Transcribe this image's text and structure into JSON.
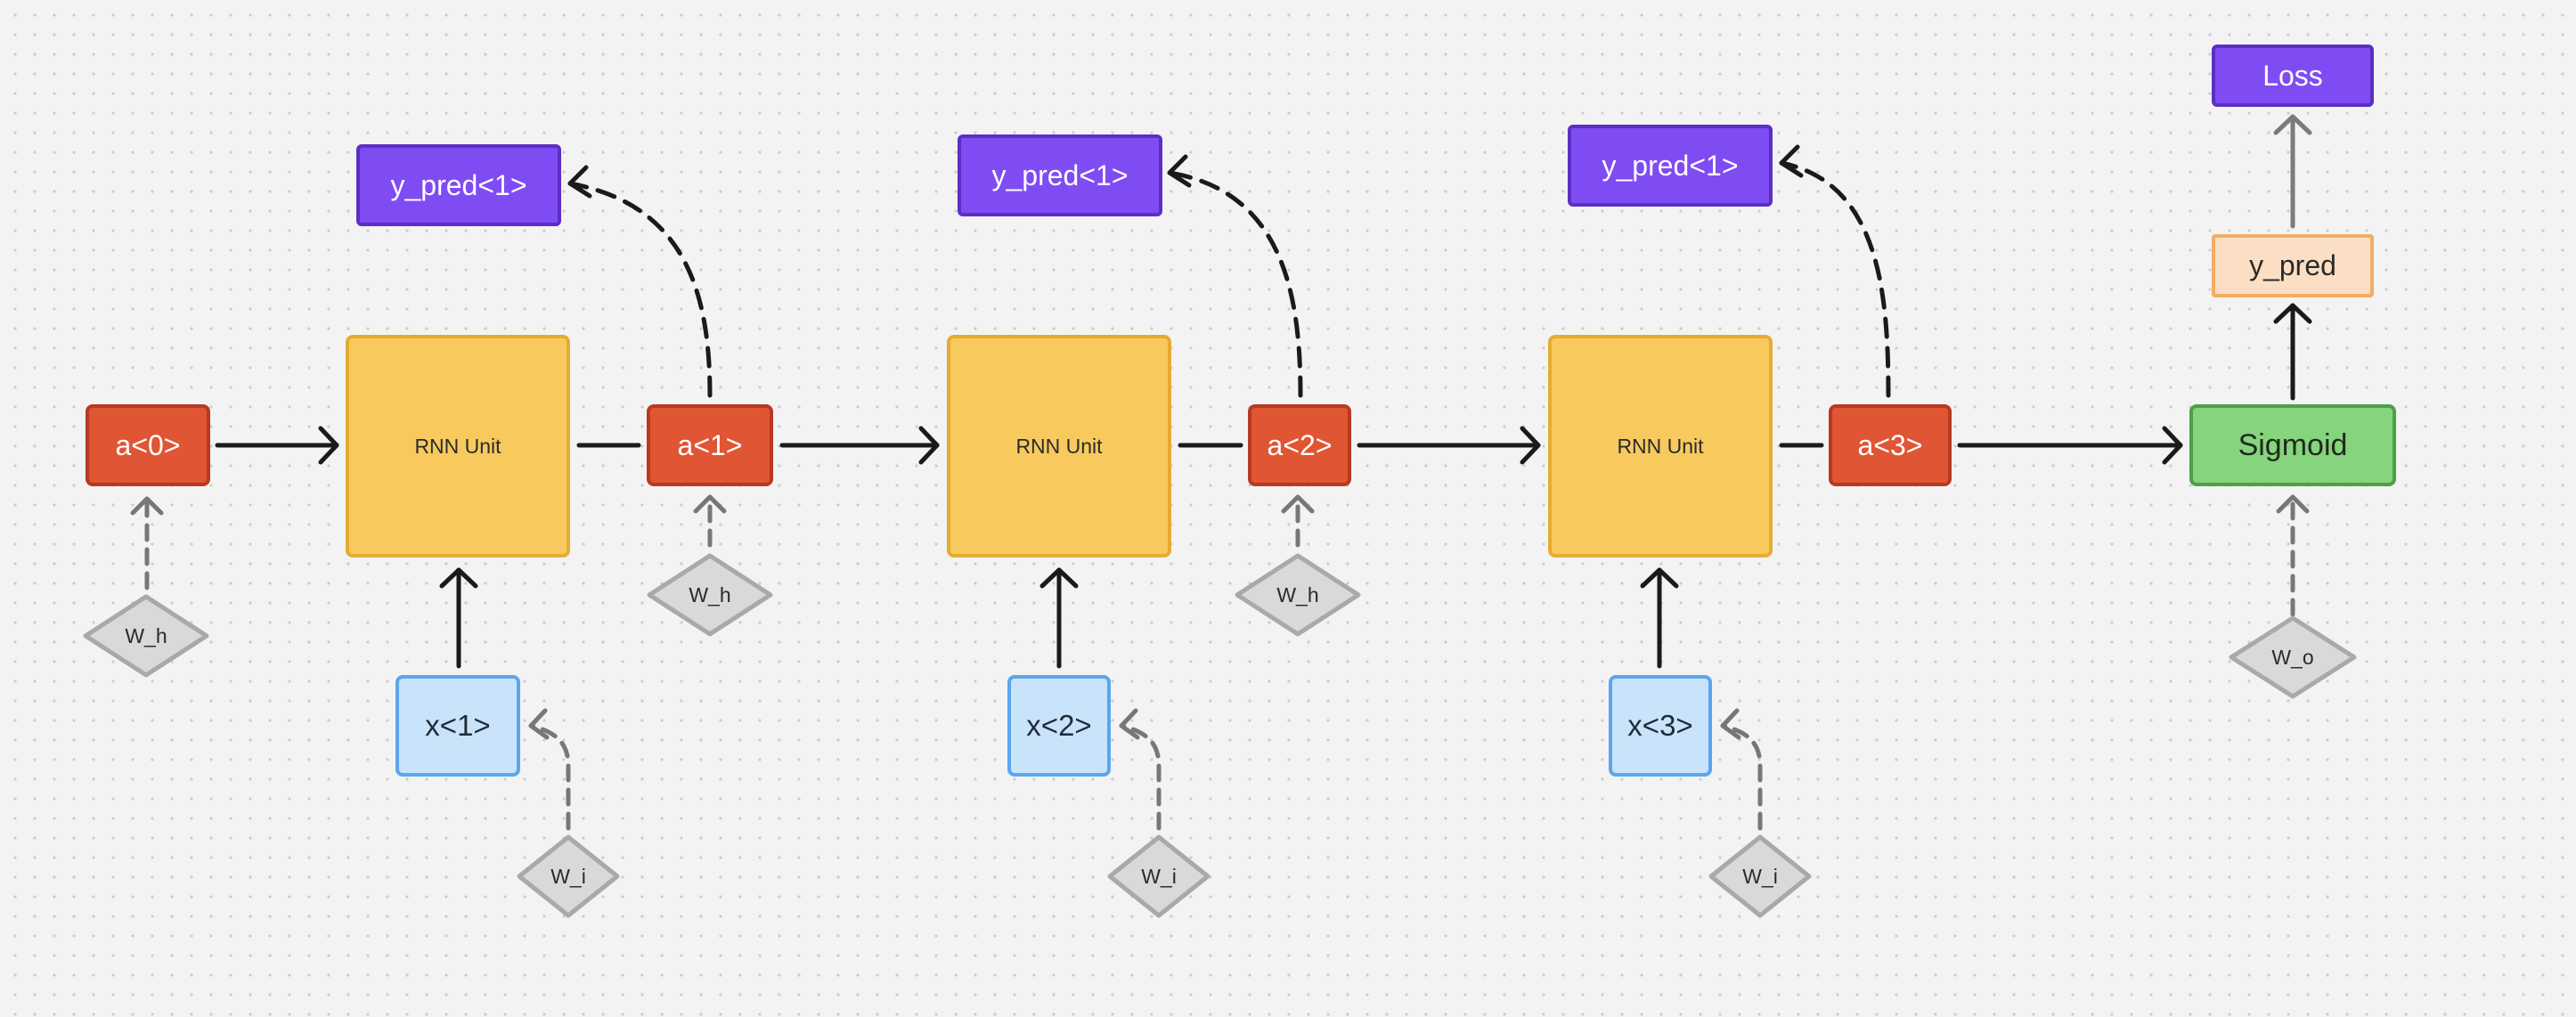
{
  "diagram": {
    "states": [
      "a<0>",
      "a<1>",
      "a<2>",
      "a<3>"
    ],
    "rnn_units": [
      "RNN Unit",
      "RNN Unit",
      "RNN Unit"
    ],
    "inputs": [
      "x<1>",
      "x<2>",
      "x<3>"
    ],
    "predictions": [
      "y_pred<1>",
      "y_pred<1>",
      "y_pred<1>"
    ],
    "hidden_weights": [
      "W_h",
      "W_h",
      "W_h"
    ],
    "input_weights": [
      "W_i",
      "W_i",
      "W_i"
    ],
    "output_weight": "W_o",
    "sigmoid": "Sigmoid",
    "final_prediction": "y_pred",
    "loss": "Loss"
  },
  "colors": {
    "state": "#e05533",
    "rnn_unit": "#f8ca5e",
    "prediction": "#7f4cf3",
    "input": "#c9e3fb",
    "sigmoid": "#86d47d",
    "final_prediction": "#fbdfc4",
    "weight": "#d9d9d9",
    "arrow": "#1a1a1a",
    "dashed_arrow": "#777777"
  }
}
